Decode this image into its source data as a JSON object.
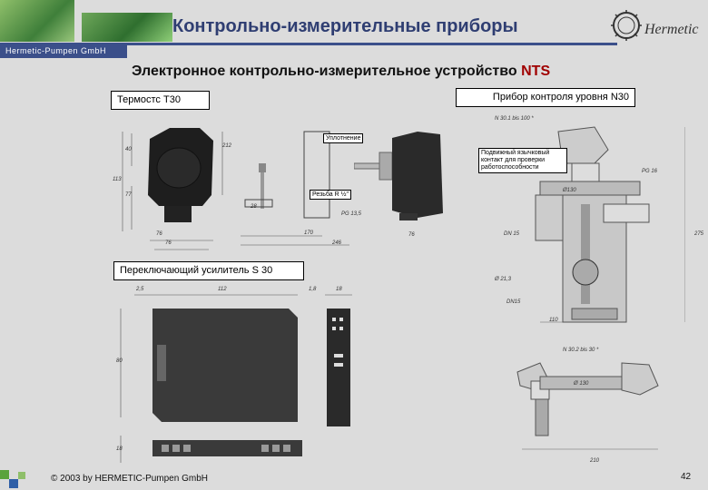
{
  "header": {
    "title": "Контрольно-измерительные приборы",
    "brand": "Hermetic-Pumpen GmbH",
    "logo_text": "Hermetic"
  },
  "subtitle": {
    "main": "Электронное контрольно-измерительное устройство ",
    "accent": "NTS"
  },
  "sections": {
    "thermostat": "Термостс Т30",
    "level_device": "Прибор контроля уровня N30",
    "amplifier": "Переключающий усилитель S 30"
  },
  "labels": {
    "seal": "Уплотнение",
    "thread": "Резьба R ½\"",
    "contact": "Подвижный язычковый контакт для проверки работоспособности"
  },
  "dimensions": {
    "n30_1": "N 30.1 bis 100 *",
    "n30_2": "N 30.2 bis 30 *",
    "pg": "PG 16",
    "pg135": "PG 13,5",
    "d130": "Ø130",
    "d130b": "Ø 130",
    "dn15": "DN 15",
    "dn15b": "DN15",
    "d213": "Ø 21,3",
    "w110": "110",
    "w210": "210",
    "h275": "275",
    "t_40": "40",
    "t_113": "113",
    "t_77": "77",
    "t_212": "212",
    "t_28": "28",
    "t_170": "170",
    "t_246": "246",
    "t_76a": "76",
    "t_76b": "76",
    "t_76c": "76",
    "a_25": "2,5",
    "a_112": "112",
    "a_18": "18",
    "a_180": "1,8",
    "a_80": "80",
    "a_18b": "18"
  },
  "footer": {
    "copyright": "© 2003 by HERMETIC-Pumpen GmbH",
    "page": "42"
  },
  "colors": {
    "title": "#2f3e72",
    "brand_bar": "#3b4f8a",
    "accent_red": "#a00000",
    "footer_square_green": "#5aa33c",
    "footer_square_blue": "#2f5fa7"
  }
}
